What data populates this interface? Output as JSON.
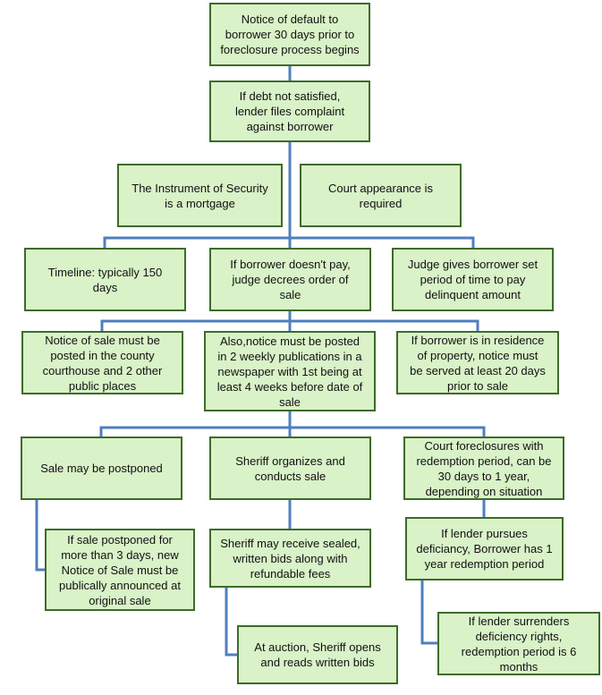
{
  "flowchart": {
    "nodes": [
      {
        "id": "n1",
        "lines": [
          "Notice of default to",
          "borrower 30 days prior to",
          "foreclosure process begins"
        ]
      },
      {
        "id": "n2",
        "lines": [
          "If debt not satisfied,",
          "lender files complaint",
          "against borrower"
        ]
      },
      {
        "id": "n3",
        "lines": [
          "The Instrument of Security",
          "is a mortgage"
        ]
      },
      {
        "id": "n4",
        "lines": [
          "Court appearance is",
          "required"
        ]
      },
      {
        "id": "n5",
        "lines": [
          "Timeline: typically 150",
          "days"
        ]
      },
      {
        "id": "n6",
        "lines": [
          "If borrower doesn't pay,",
          "judge decrees order of",
          "sale"
        ]
      },
      {
        "id": "n7",
        "lines": [
          "Judge gives borrower set",
          "period of time to pay",
          "delinquent amount"
        ]
      },
      {
        "id": "n8",
        "lines": [
          "Notice of sale must be",
          "posted in the county",
          "courthouse and 2 other",
          "public places"
        ]
      },
      {
        "id": "n9",
        "lines": [
          "Also,notice must be posted",
          "in 2 weekly publications in a",
          "newspaper with 1st being at",
          "least 4 weeks before date of",
          "sale"
        ]
      },
      {
        "id": "n10",
        "lines": [
          "If borrower is in residence",
          "of property, notice must",
          "be served at least 20 days",
          "prior to sale"
        ]
      },
      {
        "id": "n11",
        "lines": [
          "Sale may be postponed"
        ]
      },
      {
        "id": "n12",
        "lines": [
          "Sheriff organizes and",
          "conducts sale"
        ]
      },
      {
        "id": "n13",
        "lines": [
          "Court foreclosures with",
          "redemption period, can be",
          "30 days to 1 year,",
          "depending on situation"
        ]
      },
      {
        "id": "n14",
        "lines": [
          "If sale postponed  for",
          "more than 3 days, new",
          "Notice of Sale must be",
          "publically announced at",
          "original sale"
        ]
      },
      {
        "id": "n15",
        "lines": [
          "Sheriff may receive sealed,",
          "written bids along with",
          "refundable fees"
        ]
      },
      {
        "id": "n16",
        "lines": [
          "If lender pursues",
          "deficiancy, Borrower has 1",
          "year redemption period"
        ]
      },
      {
        "id": "n17",
        "lines": [
          "At auction, Sheriff opens",
          "and reads written bids"
        ]
      },
      {
        "id": "n18",
        "lines": [
          "If lender surrenders",
          "deficiency rights,",
          "redemption period is 6",
          "months"
        ]
      }
    ]
  },
  "colors": {
    "box_fill": "#d9f2c8",
    "box_border": "#3e6b2a",
    "connector": "#4f7fbf"
  }
}
